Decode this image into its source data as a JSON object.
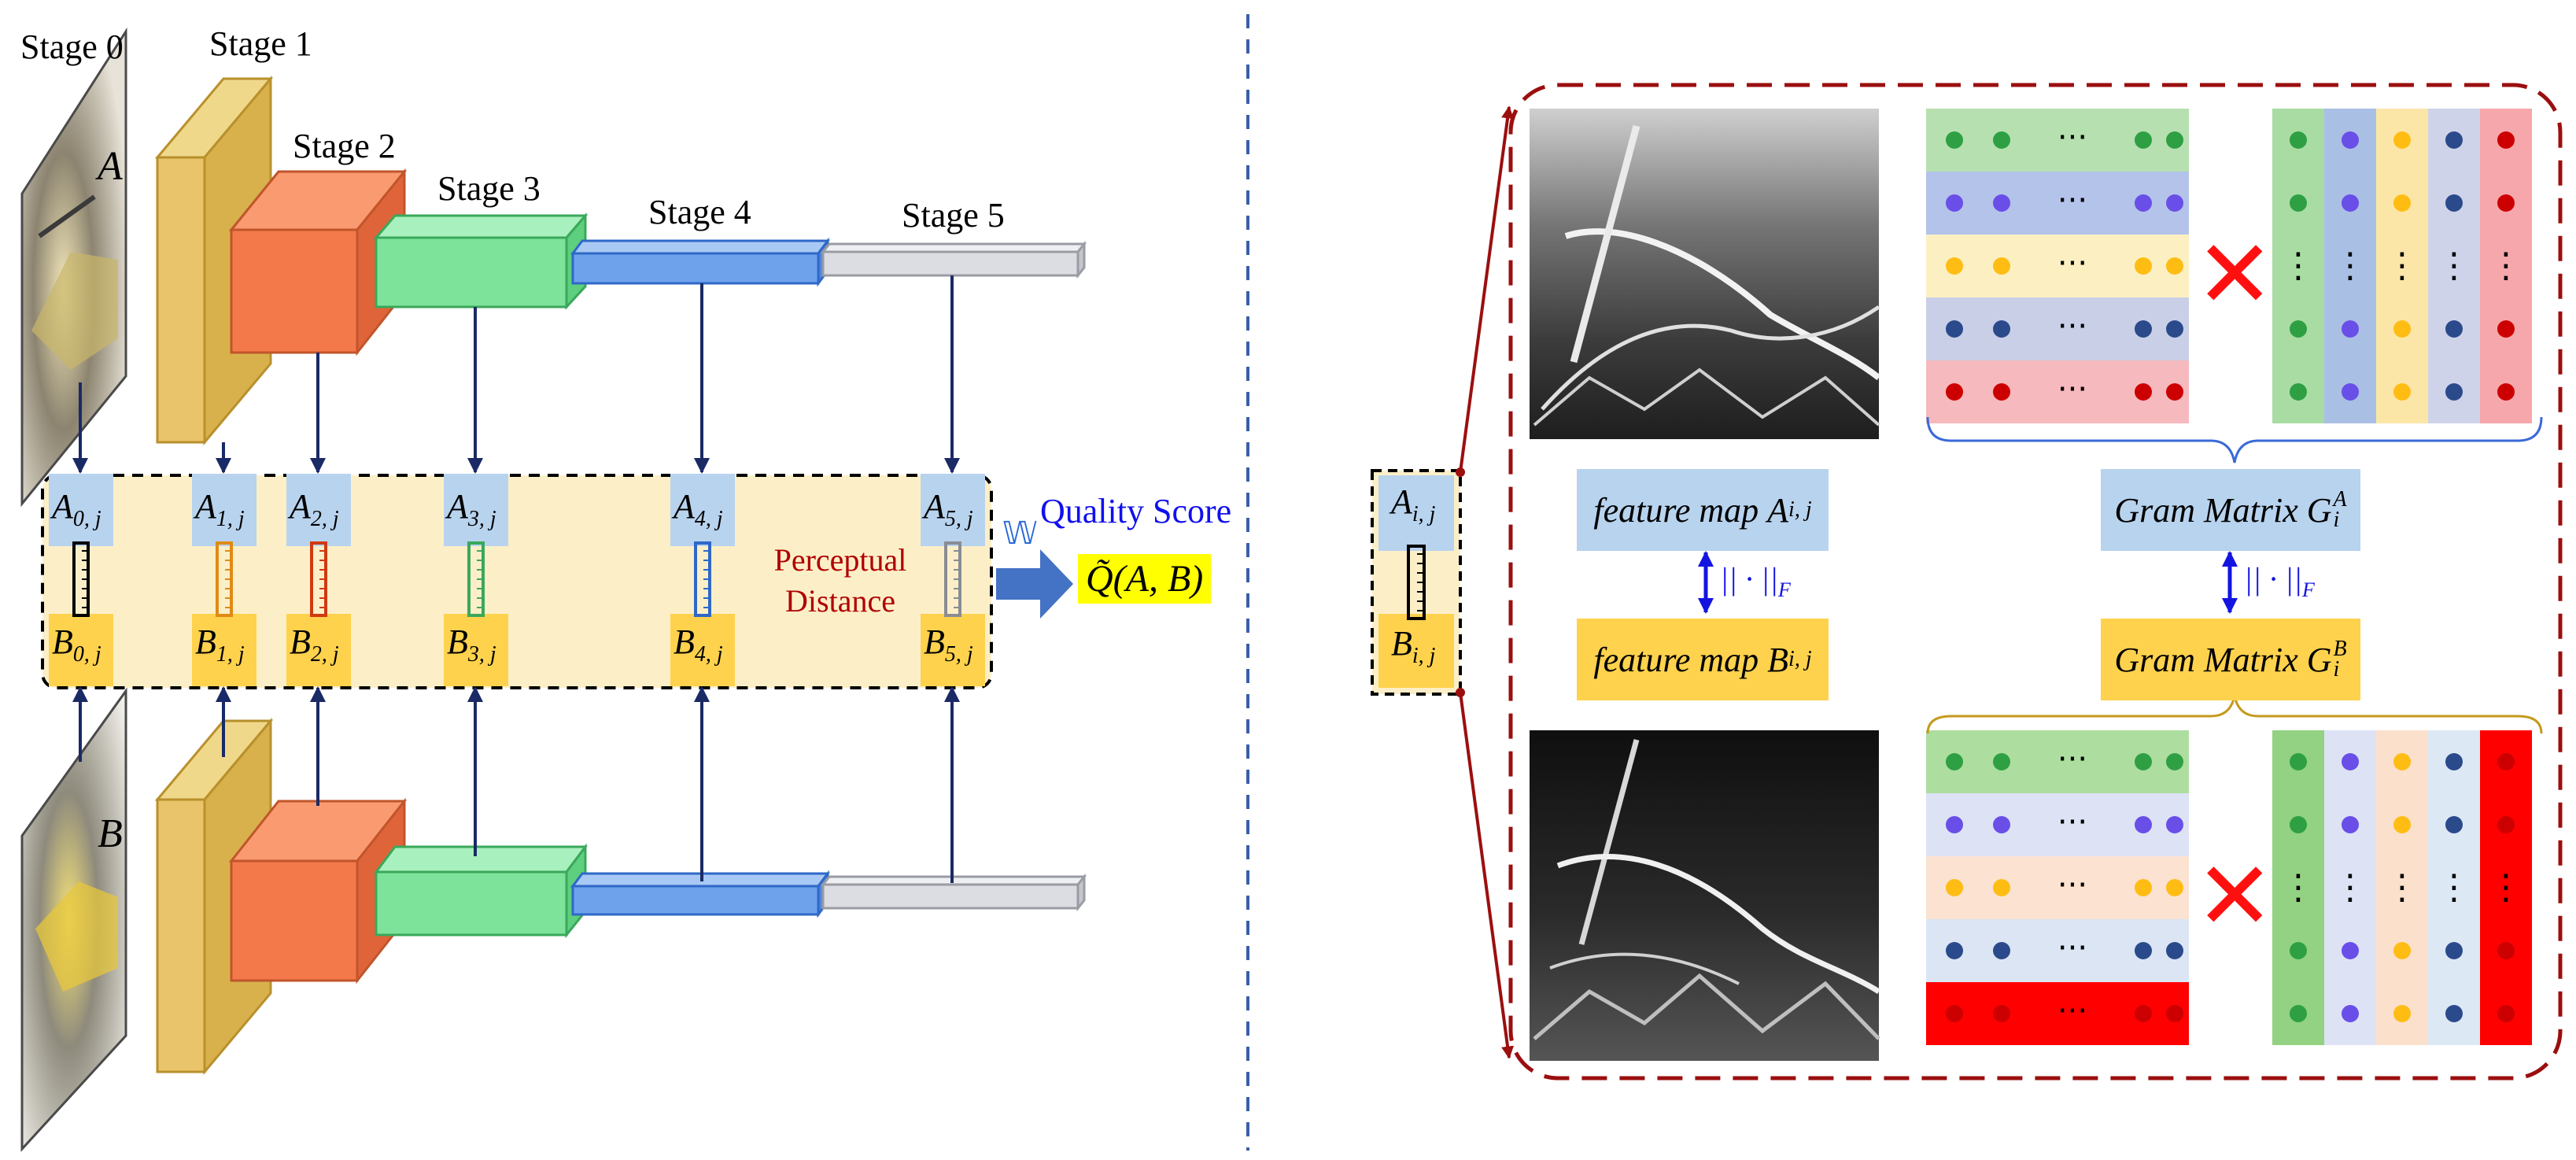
{
  "stages": [
    "Stage 0",
    "Stage 1",
    "Stage 2",
    "Stage 3",
    "Stage 4",
    "Stage 5"
  ],
  "image_labels": {
    "a": "A",
    "b": "B"
  },
  "a_features": [
    {
      "base": "A",
      "sub": "0, j"
    },
    {
      "base": "A",
      "sub": "1, j"
    },
    {
      "base": "A",
      "sub": "2, j"
    },
    {
      "base": "A",
      "sub": "3, j"
    },
    {
      "base": "A",
      "sub": "4, j"
    },
    {
      "base": "A",
      "sub": "5, j"
    }
  ],
  "b_features": [
    {
      "base": "B",
      "sub": "0, j"
    },
    {
      "base": "B",
      "sub": "1, j"
    },
    {
      "base": "B",
      "sub": "2, j"
    },
    {
      "base": "B",
      "sub": "3, j"
    },
    {
      "base": "B",
      "sub": "4, j"
    },
    {
      "base": "B",
      "sub": "5, j"
    }
  ],
  "perceptual_distance": {
    "line1": "Perceptual",
    "line2": "Distance"
  },
  "quality": {
    "title": "Quality Score",
    "weight_symbol": "𝕎",
    "formula": "Q̃(A, B)"
  },
  "detail": {
    "a_feature": {
      "base": "A",
      "sub": "i, j"
    },
    "b_feature": {
      "base": "B",
      "sub": "i, j"
    },
    "feature_map_a": {
      "text": "feature map ",
      "base": "A",
      "sub": "i, j"
    },
    "feature_map_b": {
      "text": "feature map ",
      "base": "B",
      "sub": "i, j"
    },
    "gram_a": {
      "text": "Gram Matrix ",
      "base": "G",
      "sup": "A",
      "sub": "i"
    },
    "gram_b": {
      "text": "Gram Matrix ",
      "base": "G",
      "sup": "B",
      "sub": "i"
    },
    "norm": {
      "text": "|| · ||",
      "sub": "F"
    },
    "cross_symbol": "✕",
    "ellipsis": "···",
    "vdots": "⋮"
  },
  "colors": {
    "stage1": "#e9c46a",
    "stage2": "#f4794a",
    "stage3": "#7ee39a",
    "stage4": "#6ea3ec",
    "stage5": "#dcdde2",
    "a_box": "#b8d3ee",
    "b_box": "#ffd24d",
    "distance_panel": "#fcefc8",
    "arrow": "#1a2a66",
    "dark_red": "#9b0f0f",
    "dashed_divider": "#3a5fa8",
    "rows_top": [
      "#b7e0b0",
      "#b4c3ea",
      "#fcf0c2",
      "#c9cfe6",
      "#f6b9bd"
    ],
    "rows_bottom": [
      "#aedda0",
      "#dde3f5",
      "#fbe2d1",
      "#dbe5f4",
      "#ff0000"
    ],
    "cols_top": [
      "#a9dca3",
      "#aabfe4",
      "#fbe6a8",
      "#cfd3ea",
      "#f6a7ac"
    ],
    "cols_bottom": [
      "#92d282",
      "#dde3f5",
      "#fbe0cc",
      "#dde8f5",
      "#ff0000"
    ],
    "dots": [
      "#2ea043",
      "#6a4ee8",
      "#ffbd14",
      "#2b4a8c",
      "#cc0000"
    ]
  }
}
